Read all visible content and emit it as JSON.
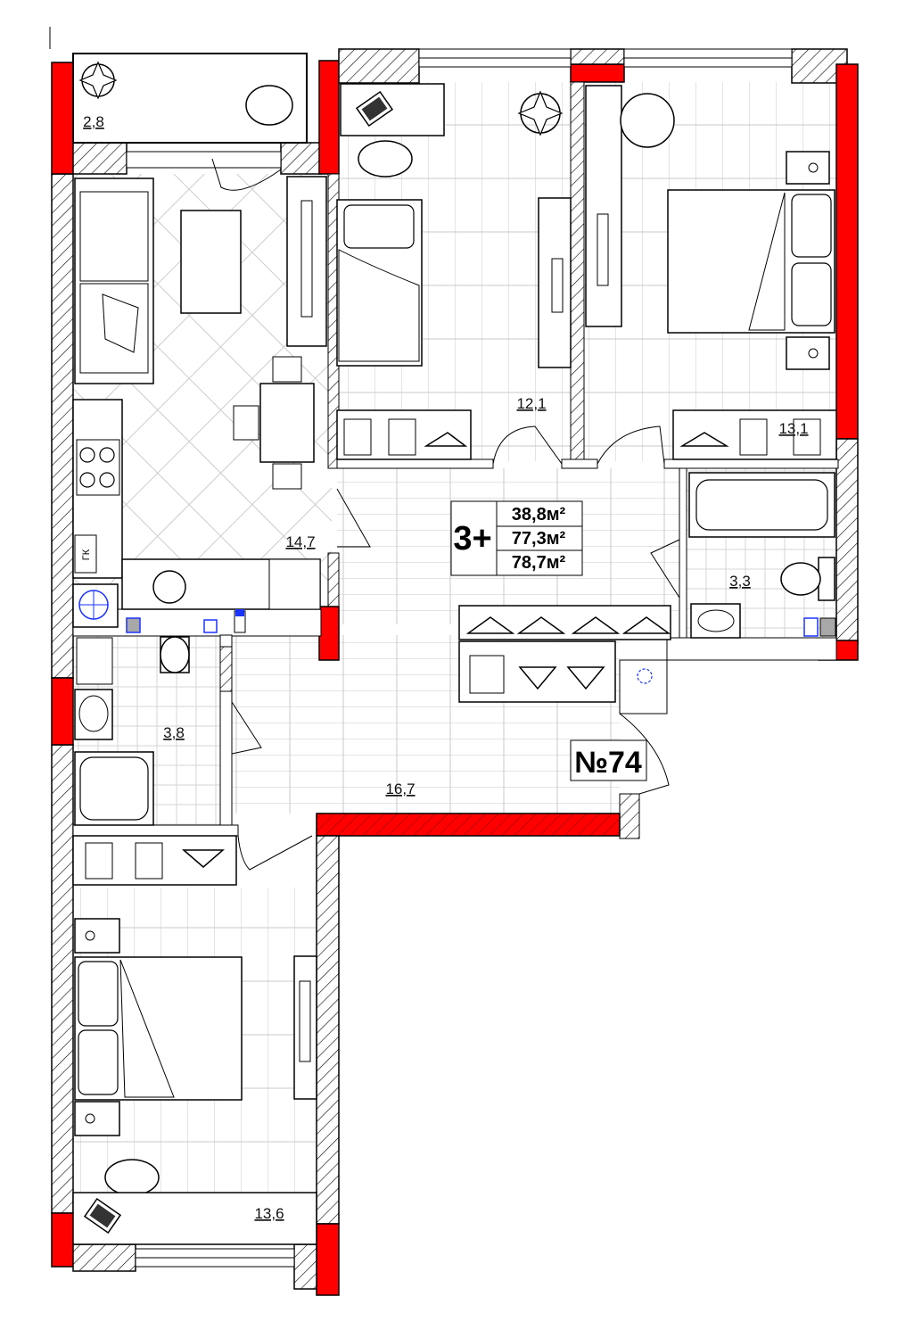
{
  "apartment": {
    "type": "3+",
    "areas": [
      "38,8м²",
      "77,3м²",
      "78,7м²"
    ],
    "number": "№74"
  },
  "rooms": [
    {
      "id": "balcony",
      "label": "2,8"
    },
    {
      "id": "living-kitchen",
      "label": "14,7"
    },
    {
      "id": "bedroom-1",
      "label": "12,1"
    },
    {
      "id": "bedroom-2",
      "label": "13,1"
    },
    {
      "id": "bathroom-1",
      "label": "3,3"
    },
    {
      "id": "bathroom-2",
      "label": "3,8"
    },
    {
      "id": "hall",
      "label": "16,7"
    },
    {
      "id": "bedroom-3",
      "label": "13,6"
    }
  ],
  "markings": {
    "gas_meter": "ГК"
  },
  "colors": {
    "load_bearing_wall": "#ff0000",
    "wall_hatch": "#000000",
    "floor_lines": "#bbbbbb",
    "utility_blue": "#1a33ff"
  }
}
